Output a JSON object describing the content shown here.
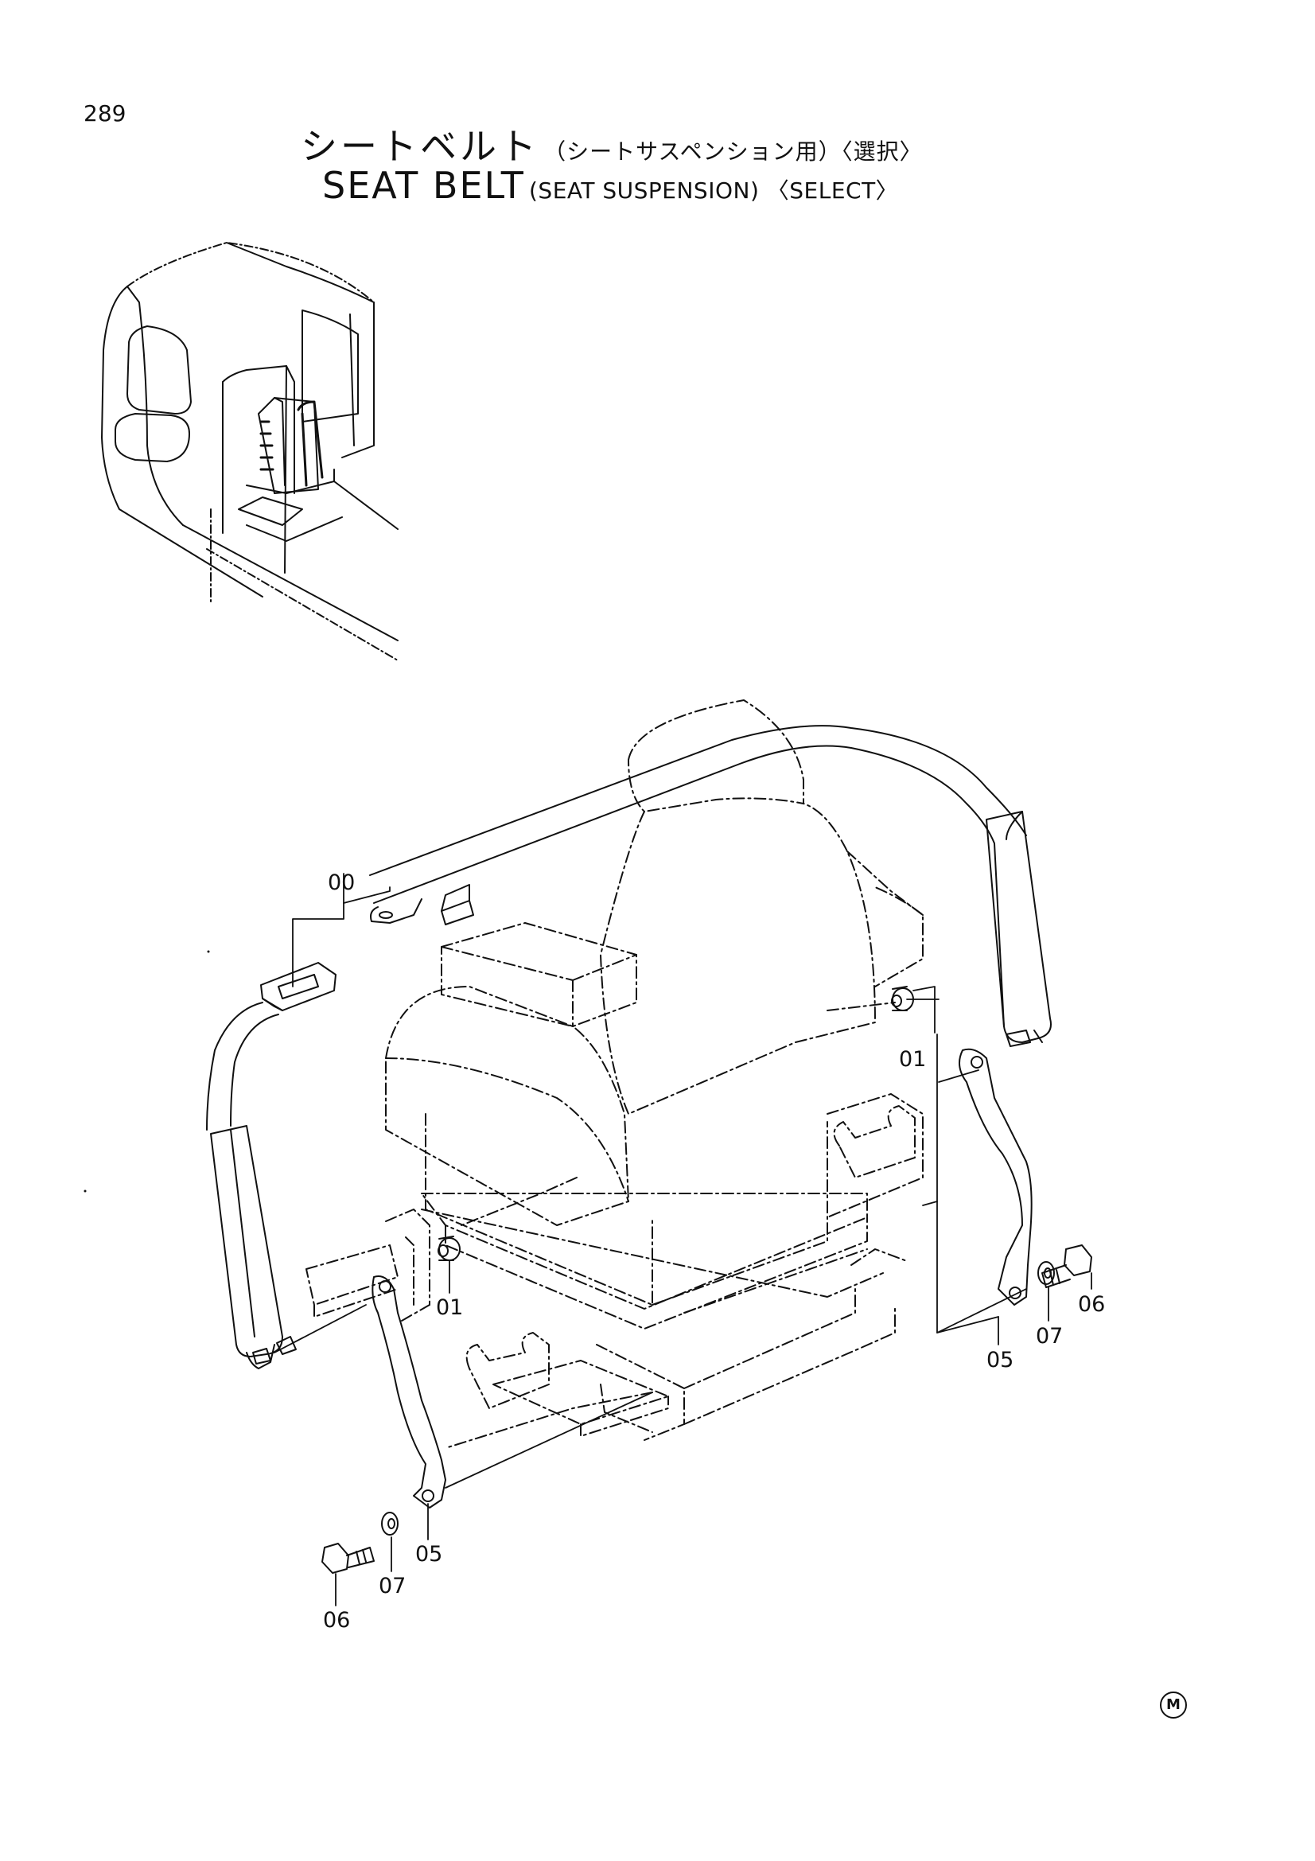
{
  "page_number": "289",
  "title_ja": {
    "main": "シートベルト",
    "sub": "（シートサスペンション用）〈選択〉"
  },
  "title_en": {
    "main": "SEAT BELT",
    "sub": "(SEAT SUSPENSION) 〈SELECT〉"
  },
  "callouts": {
    "c00": "00",
    "c01_right": "01",
    "c01_left": "01",
    "c05_right": "05",
    "c05_left": "05",
    "c06_right": "06",
    "c06_left": "06",
    "c07_right": "07",
    "c07_left": "07"
  },
  "corner_mark": "M",
  "colors": {
    "ink": "#111111",
    "paper": "#ffffff"
  }
}
